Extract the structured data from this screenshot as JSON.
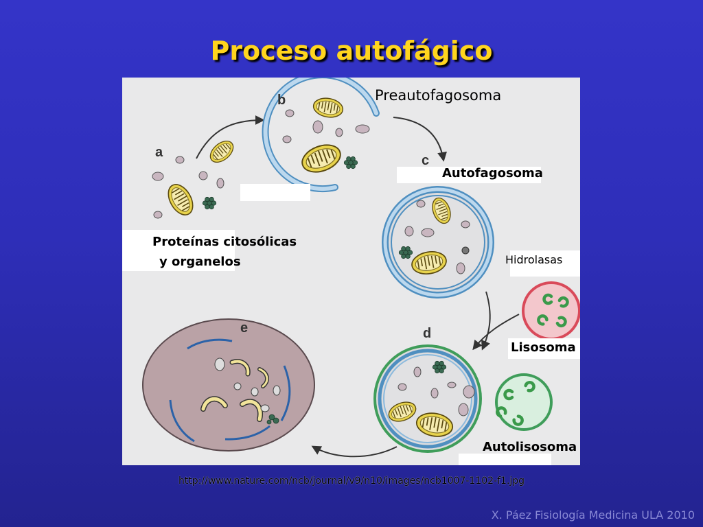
{
  "title": "Proceso autofágico",
  "stages": {
    "a": "a",
    "b": "b",
    "c": "c",
    "d": "d",
    "e": "e"
  },
  "labels": {
    "preautofagosoma": "Preautofagosoma",
    "autofagosoma": "Autofagosoma",
    "proteinas_line1": "Proteínas citosólicas",
    "proteinas_line2": "y organelos",
    "hidrolasas": "Hidrolasas",
    "lisosoma": "Lisosoma",
    "autolisosoma": "Autolisosoma"
  },
  "source_url": "http://www.nature.com/ncb/journal/v9/n10/images/ncb1007-1102-f1.jpg",
  "footer": "X. Páez Fisiología Medicina ULA 2010",
  "colors": {
    "background": "#3232c0",
    "title": "#ffd51e",
    "membrane_blue": "#7fb7e0",
    "membrane_green": "#3f9d5a",
    "lysosome": "#d94a5a",
    "mitochondria": "#e9d24a",
    "panel": "#e9e9ea"
  }
}
